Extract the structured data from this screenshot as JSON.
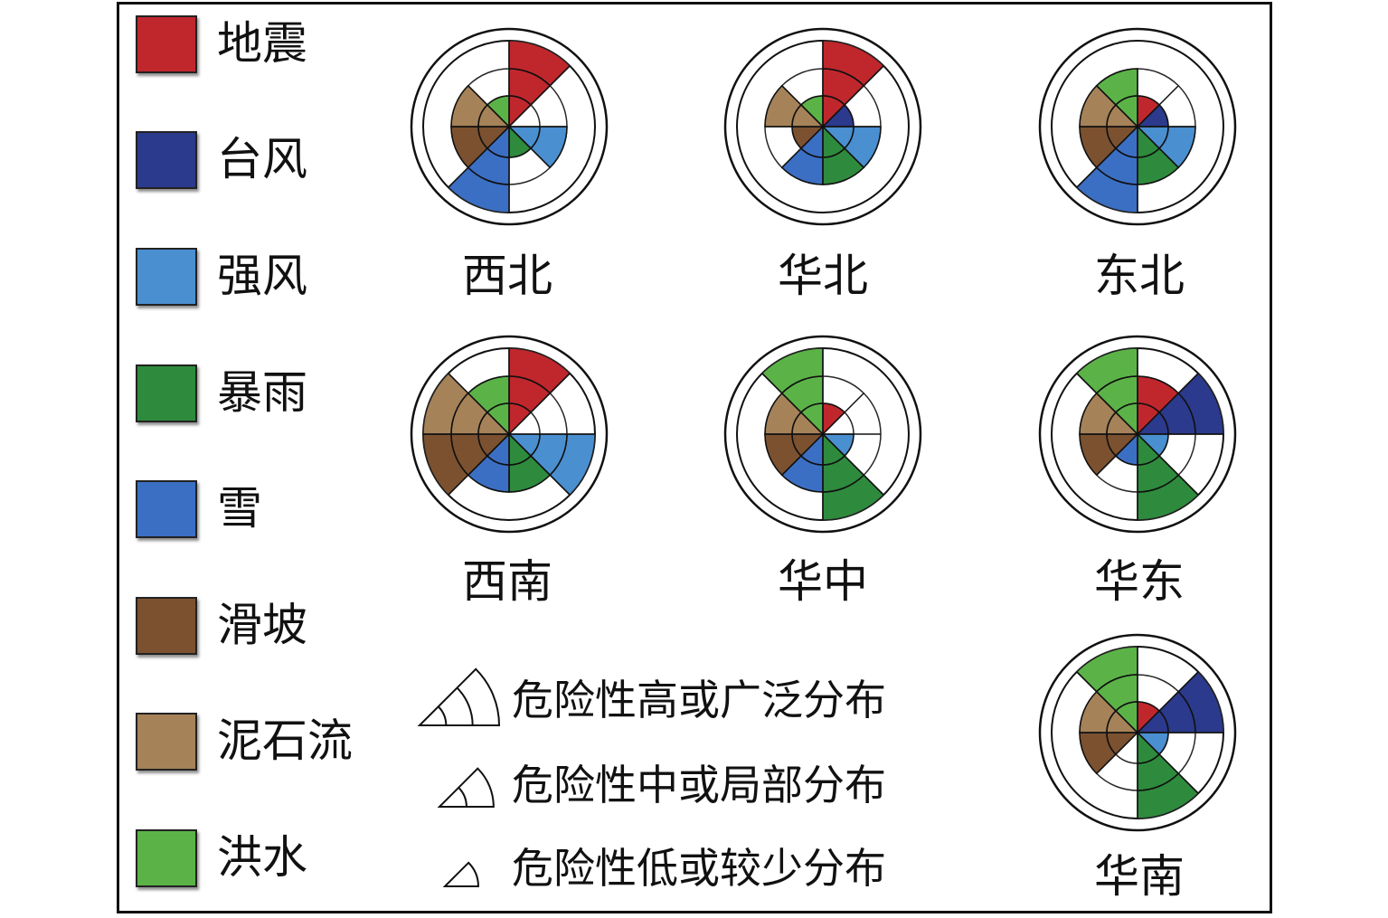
{
  "chart_data": {
    "type": "polar-area",
    "legend": [
      {
        "name": "地震",
        "color": "#c0272d"
      },
      {
        "name": "台风",
        "color": "#2b3a8c"
      },
      {
        "name": "强风",
        "color": "#4a8fd0"
      },
      {
        "name": "暴雨",
        "color": "#2e8b3d"
      },
      {
        "name": "雪",
        "color": "#3b6fc4"
      },
      {
        "name": "滑坡",
        "color": "#7b5130"
      },
      {
        "name": "泥石流",
        "color": "#a68258"
      },
      {
        "name": "洪水",
        "color": "#5bb347"
      }
    ],
    "levels": [
      "危险性低或较少分布",
      "危险性中或局部分布",
      "危险性高或广泛分布"
    ],
    "regions": [
      {
        "name": "西北",
        "values": [
          3,
          0,
          2,
          1,
          3,
          2,
          2,
          1
        ]
      },
      {
        "name": "华北",
        "values": [
          3,
          1,
          2,
          2,
          2,
          1,
          2,
          1
        ]
      },
      {
        "name": "东北",
        "values": [
          1,
          1,
          2,
          2,
          3,
          2,
          2,
          2
        ]
      },
      {
        "name": "西南",
        "values": [
          3,
          0,
          3,
          2,
          2,
          3,
          3,
          2
        ]
      },
      {
        "name": "华中",
        "values": [
          1,
          0,
          1,
          3,
          2,
          2,
          2,
          3
        ]
      },
      {
        "name": "华东",
        "values": [
          2,
          3,
          1,
          3,
          1,
          2,
          2,
          3
        ]
      },
      {
        "name": "华南",
        "values": [
          1,
          3,
          1,
          3,
          0,
          2,
          2,
          3
        ]
      }
    ]
  }
}
